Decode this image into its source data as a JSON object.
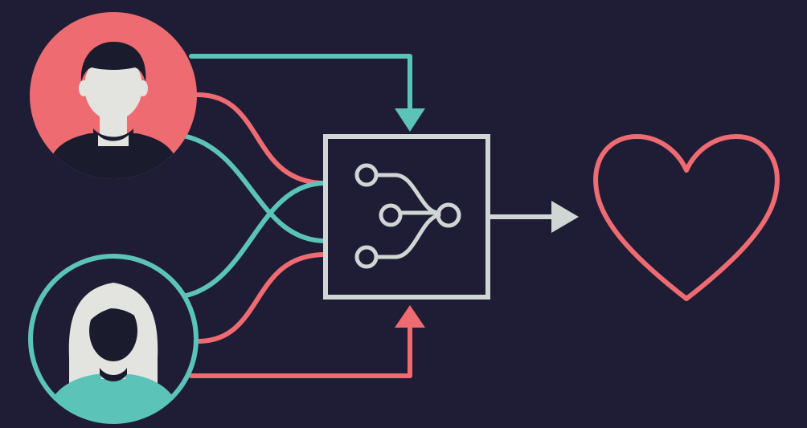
{
  "diagram": {
    "nodes": [
      {
        "id": "person-male",
        "role": "input",
        "icon": "male-person-icon"
      },
      {
        "id": "person-female",
        "role": "input",
        "icon": "female-person-icon"
      },
      {
        "id": "processor",
        "role": "merge",
        "icon": "node-merge-icon"
      },
      {
        "id": "heart",
        "role": "output",
        "icon": "heart-icon"
      }
    ],
    "edges": [
      {
        "from": "person-male",
        "to": "processor",
        "entry": "top",
        "color": "teal"
      },
      {
        "from": "person-male",
        "to": "processor",
        "entry": "left",
        "color": "coral"
      },
      {
        "from": "person-male",
        "to": "processor",
        "entry": "left",
        "color": "teal"
      },
      {
        "from": "person-female",
        "to": "processor",
        "entry": "left",
        "color": "teal"
      },
      {
        "from": "person-female",
        "to": "processor",
        "entry": "left",
        "color": "coral"
      },
      {
        "from": "person-female",
        "to": "processor",
        "entry": "bottom",
        "color": "coral"
      },
      {
        "from": "processor",
        "to": "heart",
        "entry": "left",
        "color": "grey"
      }
    ]
  },
  "colors": {
    "background": "#1e1d35",
    "coral": "#ee6b72",
    "teal": "#5cc3b9",
    "grey": "#cfd6d4",
    "face": "#e3e3df",
    "hair": "#1b1b2e"
  }
}
